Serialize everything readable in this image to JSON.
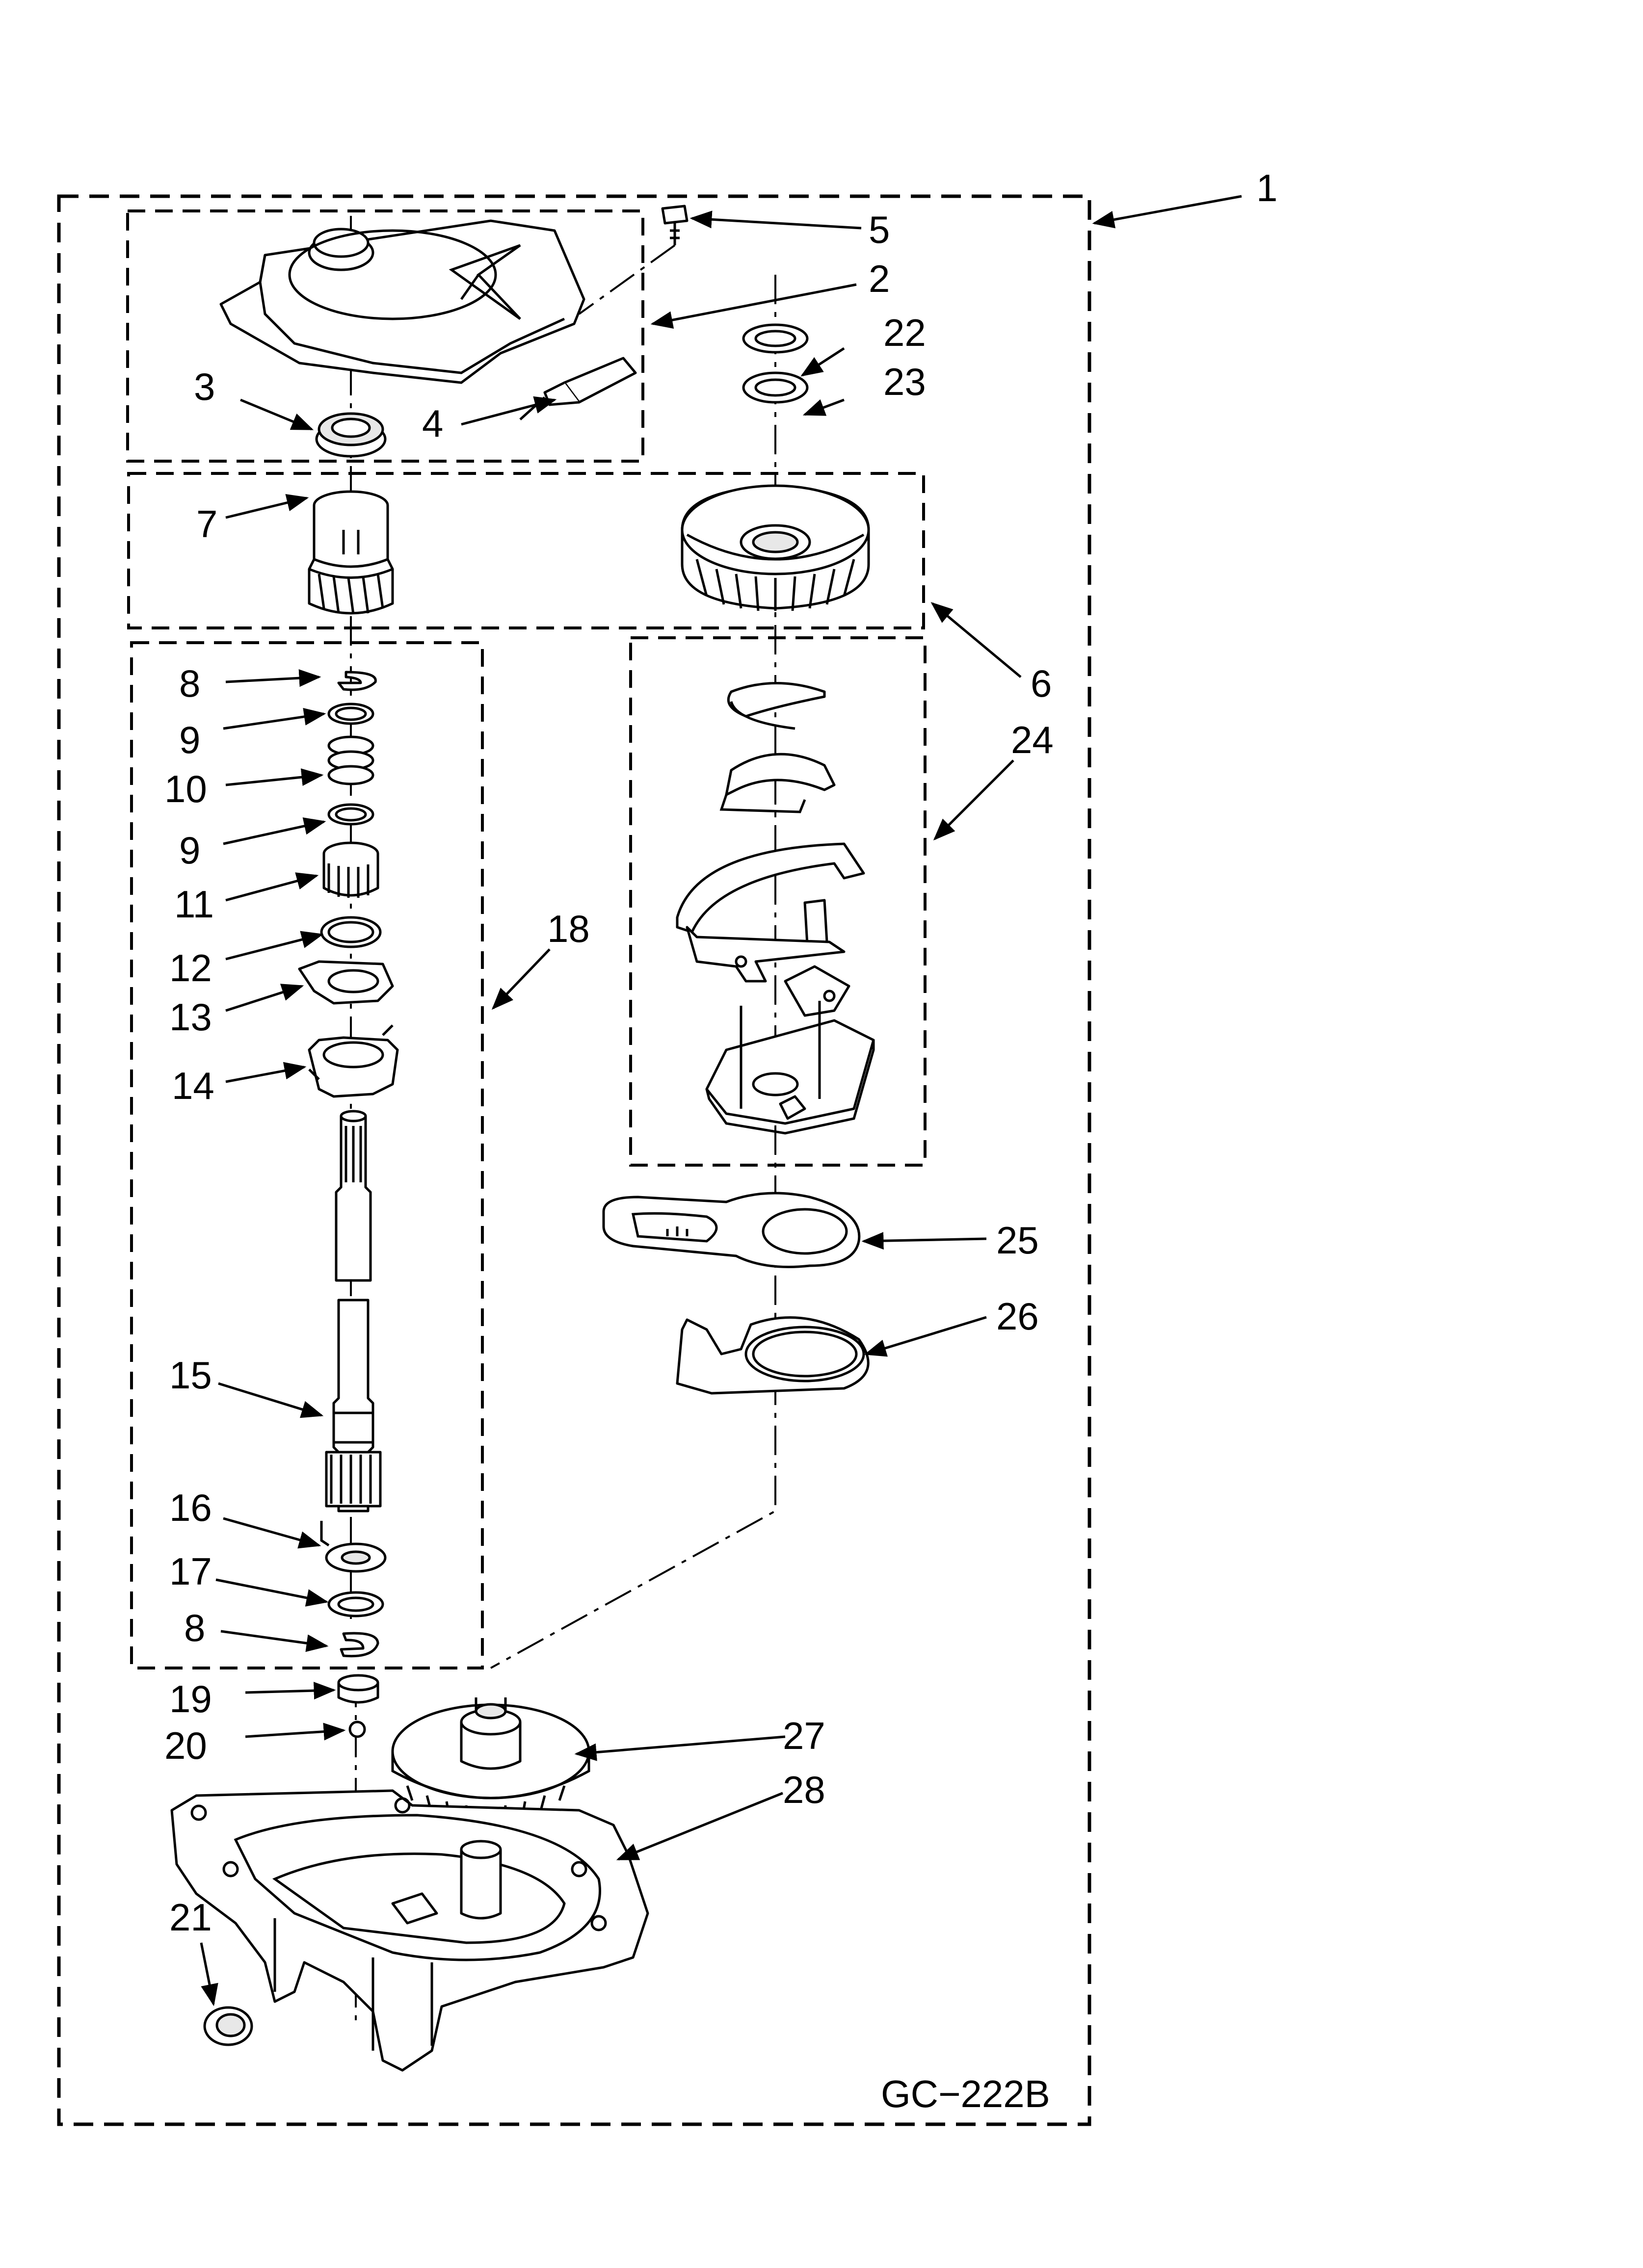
{
  "diagram_code": "GC−222B",
  "callouts": [
    {
      "id": "1",
      "label": "1"
    },
    {
      "id": "2",
      "label": "2"
    },
    {
      "id": "3",
      "label": "3"
    },
    {
      "id": "4",
      "label": "4"
    },
    {
      "id": "5",
      "label": "5"
    },
    {
      "id": "6",
      "label": "6"
    },
    {
      "id": "7",
      "label": "7"
    },
    {
      "id": "8a",
      "label": "8"
    },
    {
      "id": "9a",
      "label": "9"
    },
    {
      "id": "10",
      "label": "10"
    },
    {
      "id": "9b",
      "label": "9"
    },
    {
      "id": "11",
      "label": "11"
    },
    {
      "id": "12",
      "label": "12"
    },
    {
      "id": "13",
      "label": "13"
    },
    {
      "id": "14",
      "label": "14"
    },
    {
      "id": "15",
      "label": "15"
    },
    {
      "id": "16",
      "label": "16"
    },
    {
      "id": "17",
      "label": "17"
    },
    {
      "id": "8b",
      "label": "8"
    },
    {
      "id": "18",
      "label": "18"
    },
    {
      "id": "19",
      "label": "19"
    },
    {
      "id": "20",
      "label": "20"
    },
    {
      "id": "21",
      "label": "21"
    },
    {
      "id": "22",
      "label": "22"
    },
    {
      "id": "23",
      "label": "23"
    },
    {
      "id": "24",
      "label": "24"
    },
    {
      "id": "25",
      "label": "25"
    },
    {
      "id": "26",
      "label": "26"
    },
    {
      "id": "27",
      "label": "27"
    },
    {
      "id": "28",
      "label": "28"
    }
  ]
}
